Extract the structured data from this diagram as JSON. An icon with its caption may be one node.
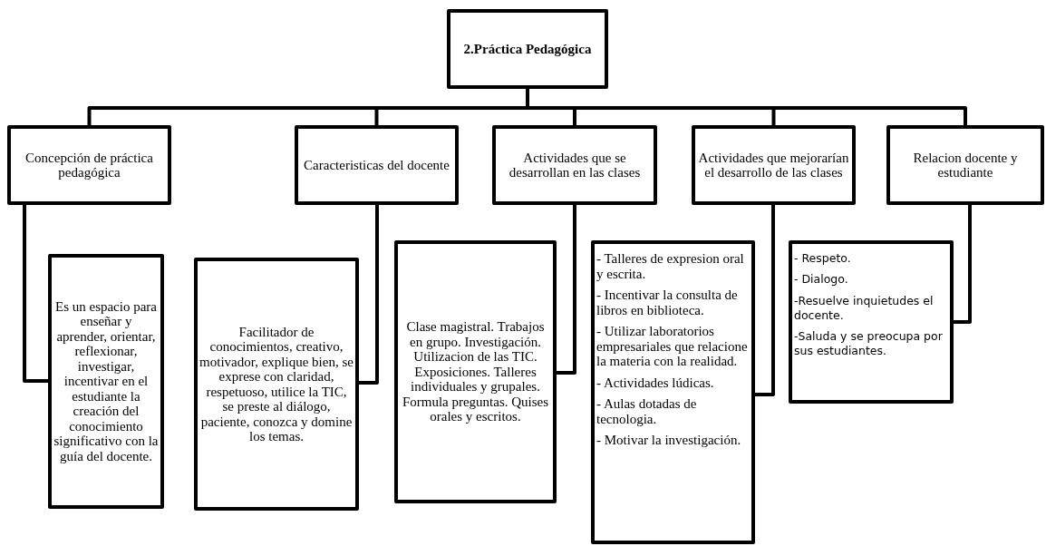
{
  "diagram": {
    "nodes": [
      {
        "text": [
          "2.Práctica Pedagógica"
        ]
      },
      {
        "text": [
          "Concepción de práctica pedagógica"
        ]
      },
      {
        "text": [
          "Caracteristicas del docente"
        ]
      },
      {
        "text": [
          "Actividades que se desarrollan en las clases"
        ]
      },
      {
        "text": [
          "Actividades que mejorarían el desarrollo de las clases"
        ]
      },
      {
        "text": [
          "Relacion docente y estudiante"
        ]
      },
      {
        "text": [
          "Es un espacio para enseñar y aprender, orientar, reflexionar, investigar, incentivar en el estudiante la creación del conocimiento significativo con la guía del docente."
        ]
      },
      {
        "text": [
          "Facilitador de conocimientos, creativo, motivador, explique bien, se exprese con claridad, respetuoso, utilice la TIC, se preste al diálogo, paciente, conozca y domine los temas."
        ]
      },
      {
        "text": [
          "Clase magistral. Trabajos en grupo. Investigación. Utilizacion de las TIC. Exposiciones. Talleres individuales y grupales. Formula preguntas. Quises orales y escritos."
        ]
      },
      {
        "text": [
          "- Talleres de expresion oral y escrita.",
          "- Incentivar la consulta de libros en biblioteca.",
          "- Utilizar laboratorios empresariales que relacione la materia con la realidad.",
          "- Actividades lúdicas.",
          "- Aulas dotadas de tecnologia.",
          "- Motivar la investigación."
        ]
      },
      {
        "text": [
          "- Respeto.",
          "- Dialogo.",
          "-Resuelve inquietudes el docente.",
          "-Saluda y se preocupa por sus estudiantes."
        ]
      }
    ],
    "edges": [
      {
        "from": 0,
        "to": 1,
        "arrow": "none"
      },
      {
        "from": 0,
        "to": 2,
        "arrow": "none"
      },
      {
        "from": 0,
        "to": 3,
        "arrow": "none"
      },
      {
        "from": 0,
        "to": 4,
        "arrow": "none"
      },
      {
        "from": 0,
        "to": 5,
        "arrow": "none"
      },
      {
        "from": 1,
        "to": 6,
        "arrow": "none"
      },
      {
        "from": 2,
        "to": 7,
        "arrow": "none"
      },
      {
        "from": 3,
        "to": 8,
        "arrow": "none"
      },
      {
        "from": 4,
        "to": 9,
        "arrow": "none"
      },
      {
        "from": 5,
        "to": 10,
        "arrow": "none"
      }
    ]
  }
}
